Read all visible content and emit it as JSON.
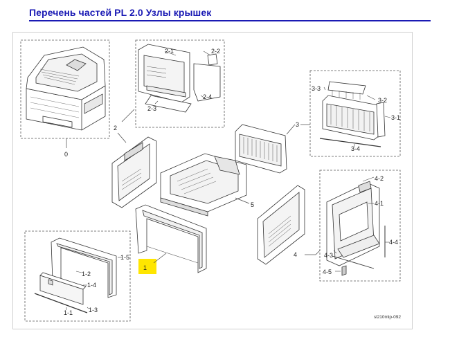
{
  "title": "Перечень частей PL 2.0 Узлы крышек",
  "colors": {
    "title": "#1a1ab4",
    "highlight": "#ffe600",
    "line": "#444444",
    "box": "#555555"
  },
  "labels": {
    "l0": "0",
    "l1": "1",
    "l1_1": "1-1",
    "l1_2": "1-2",
    "l1_3": "1-3",
    "l1_4": "1-4",
    "l1_5": "1-5",
    "l2": "2",
    "l2_1": "2-1",
    "l2_2": "2-2",
    "l2_3": "2-3",
    "l2_4": "2-4",
    "l3": "3",
    "l3_1": "3-1",
    "l3_2": "3-2",
    "l3_3": "3-3",
    "l3_4": "3-4",
    "l4": "4",
    "l4_1": "4-1",
    "l4_2": "4-2",
    "l4_3": "4-3",
    "l4_4": "4-4",
    "l4_5": "4-5",
    "l5": "5"
  },
  "figure_code": "sl210mlp-092"
}
